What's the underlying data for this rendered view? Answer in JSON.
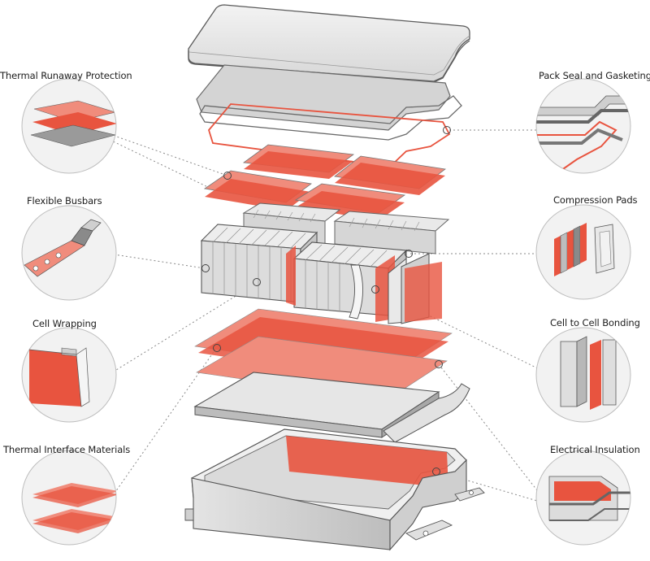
{
  "colors": {
    "accent": "#e8543f",
    "accent_light": "#f08c7c",
    "metal_light": "#eeeeee",
    "metal_mid": "#cfcfcf",
    "metal_dark": "#8d8d8d",
    "outline": "#555555",
    "circle_border": "#bdbdbd",
    "leader": "#8a8a8a"
  },
  "labels": {
    "thermal_runaway_protection": "Thermal Runaway Protection",
    "flexible_busbars": "Flexible Busbars",
    "cell_wrapping": "Cell Wrapping",
    "thermal_interface_materials": "Thermal Interface Materials",
    "pack_seal_and_gasketing": "Pack Seal and Gasketing",
    "compression_pads": "Compression Pads",
    "cell_to_cell_bonding": "Cell to Cell Bonding",
    "electrical_insulation": "Electrical Insulation"
  }
}
